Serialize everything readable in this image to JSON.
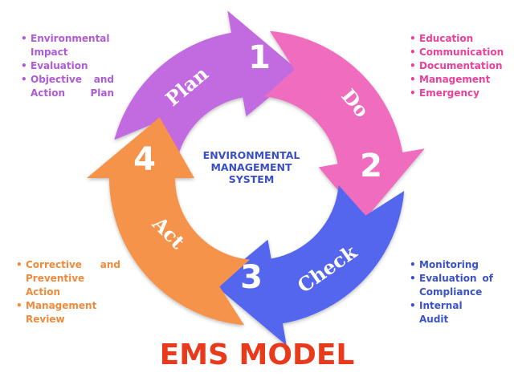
{
  "title": "EMS MODEL",
  "center_label": [
    "ENVIRONMENTAL",
    "MANAGEMENT",
    "SYSTEM"
  ],
  "colors": {
    "plan": "#c26ae0",
    "do": "#f06cbf",
    "check": "#5566ee",
    "act": "#f6934c",
    "title": "#ea3a1c",
    "center": "#3a4fc6"
  },
  "stages": {
    "plan": {
      "label": "Plan",
      "number": "1",
      "items": [
        "Environmental Impact",
        "Evaluation",
        "Objective and Action Plan"
      ]
    },
    "do": {
      "label": "Do",
      "number": "2",
      "items": [
        "Education",
        "Communication",
        "Documentation",
        "Management",
        "Emergency"
      ]
    },
    "check": {
      "label": "Check",
      "number": "3",
      "items": [
        "Monitoring",
        "Evaluation of Compliance",
        "Internal Audit"
      ]
    },
    "act": {
      "label": "Act",
      "number": "4",
      "items": [
        "Corrective and Preventive Action",
        "Management Review"
      ]
    }
  }
}
